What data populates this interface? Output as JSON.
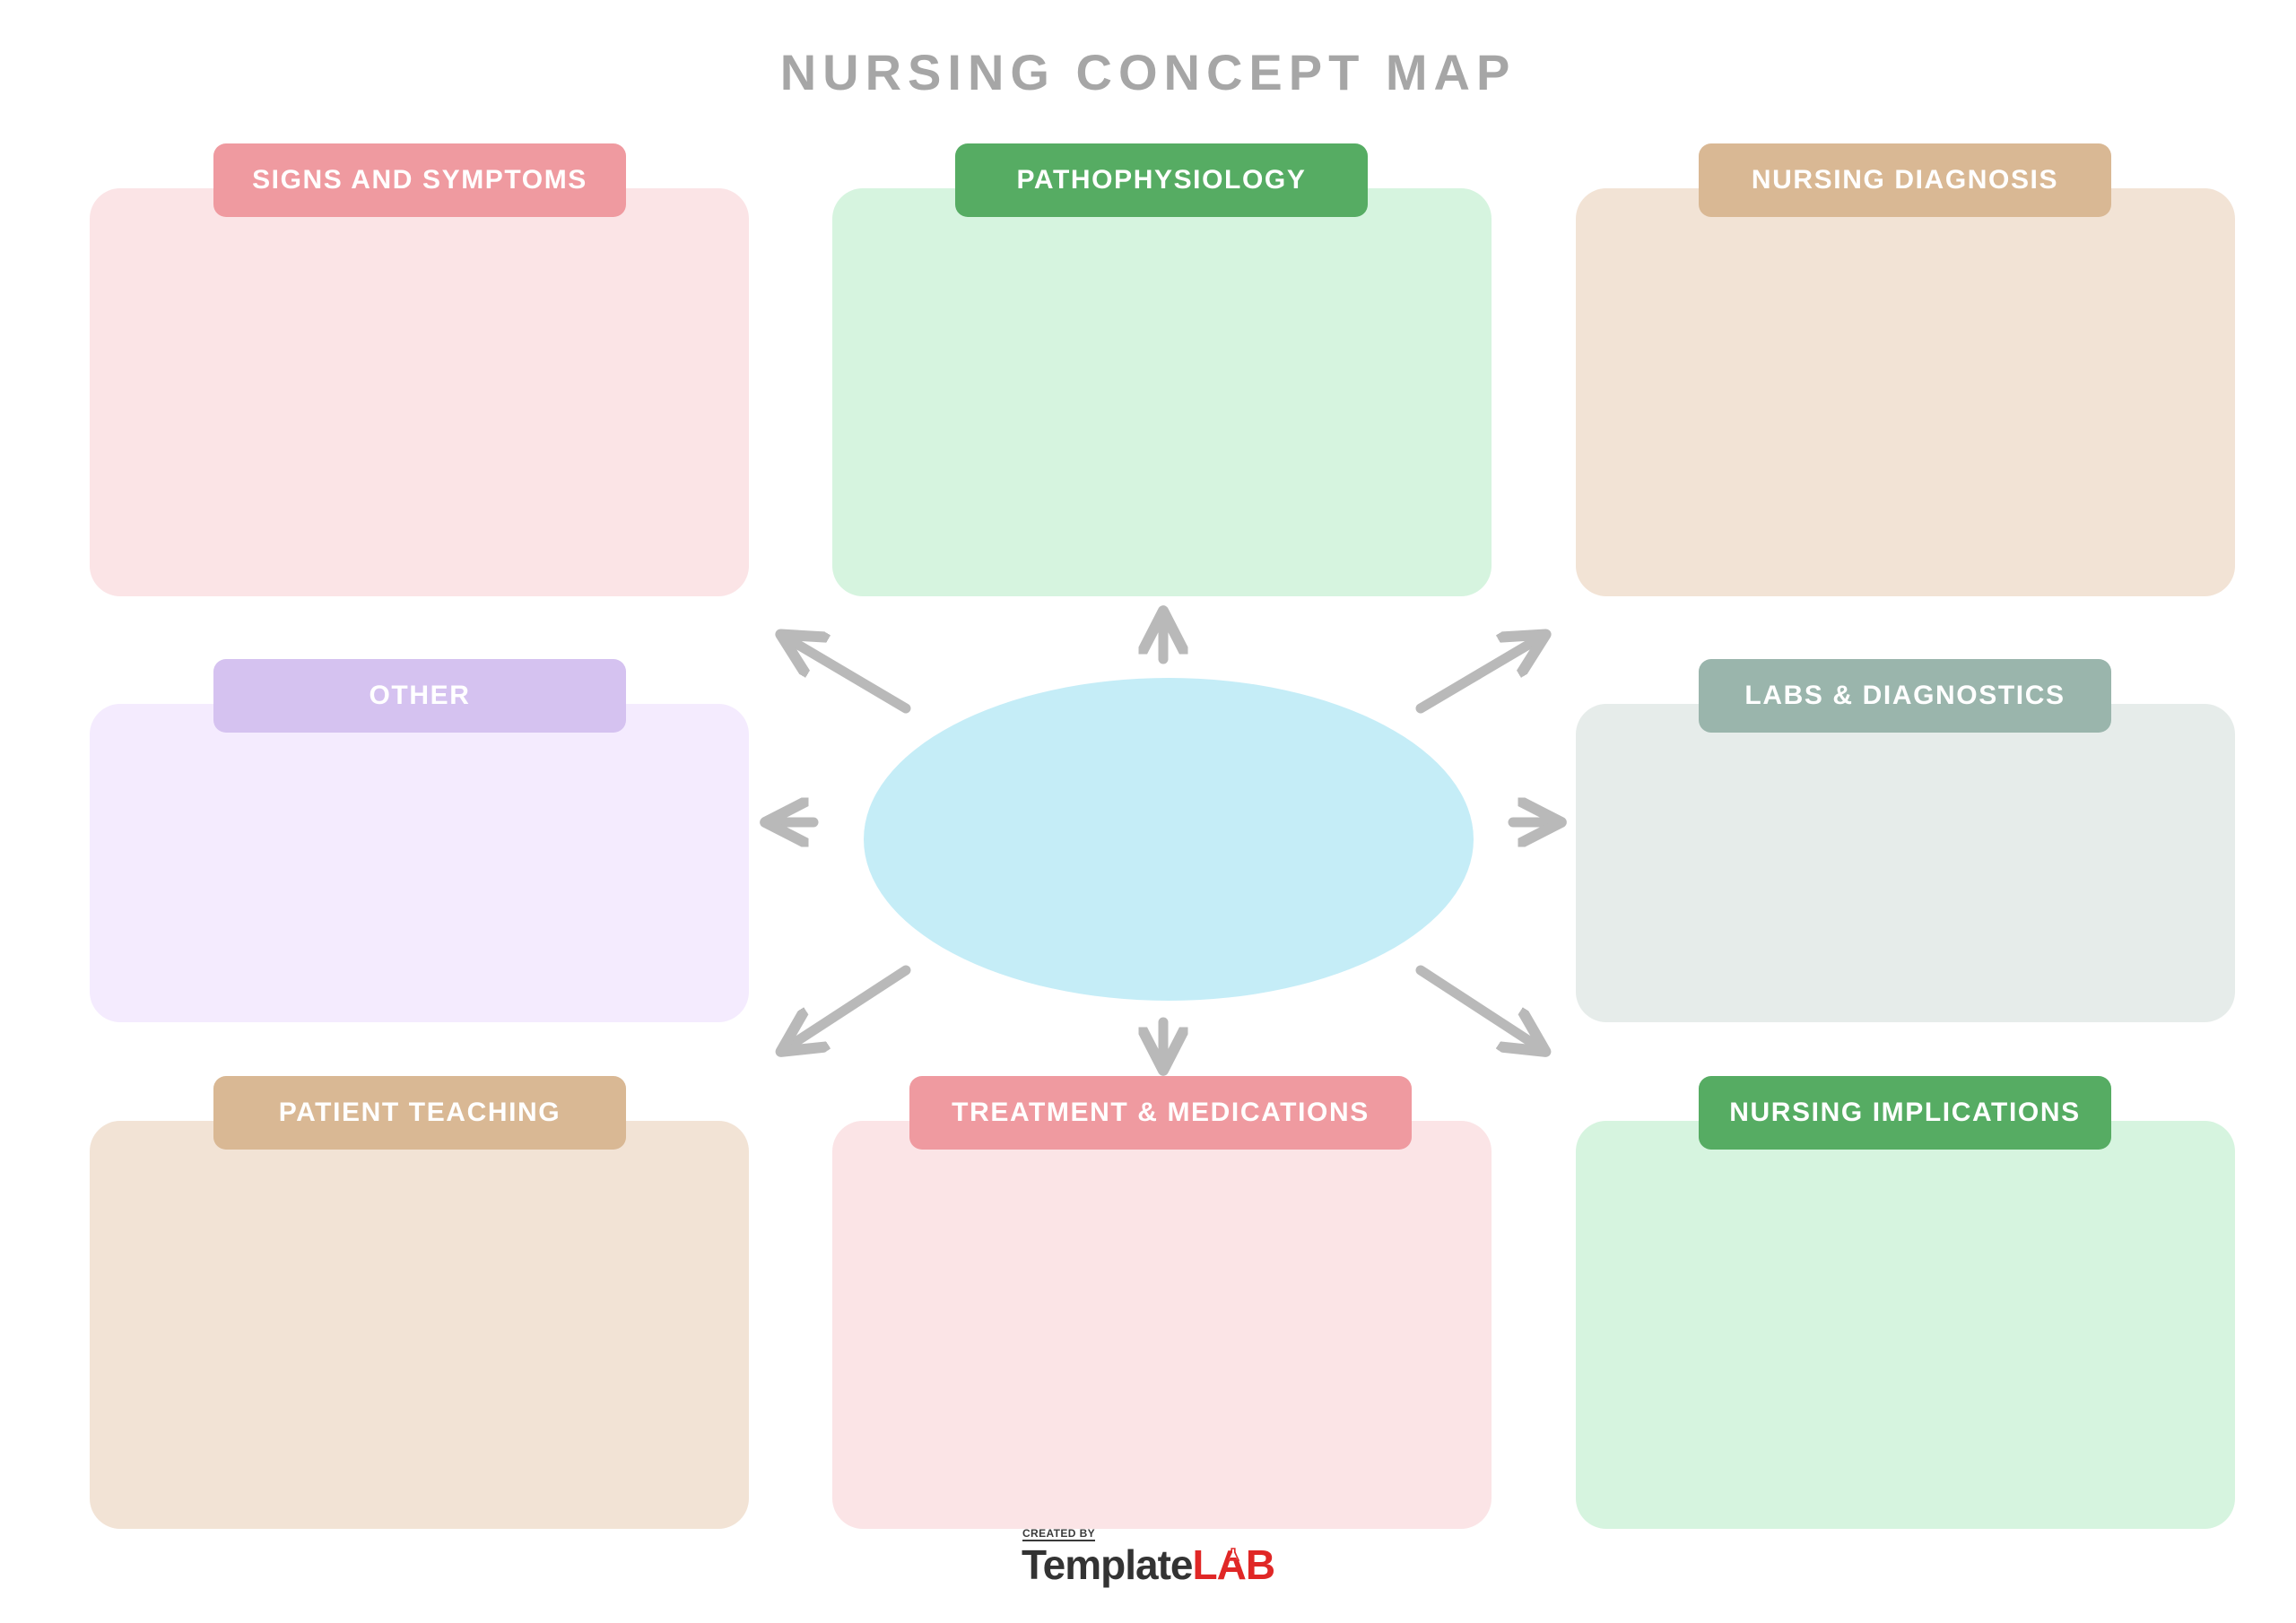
{
  "document": {
    "title": "NURSING CONCEPT MAP",
    "title_color": "#a6a6a6",
    "background": "#ffffff"
  },
  "center": {
    "name": "central-concept-ellipse",
    "fill_color": "#c5edf7",
    "text": ""
  },
  "arrows": {
    "color": "#b9b9b9",
    "count": 8,
    "directions": [
      "up",
      "up-left",
      "up-right",
      "left",
      "right",
      "down",
      "down-left",
      "down-right"
    ]
  },
  "panels": [
    {
      "id": "signs-and-symptoms",
      "label": "SIGNS AND SYMPTOMS",
      "header_color": "#ef9aa0",
      "body_color": "#fbe4e6",
      "content": "",
      "row": "top",
      "column": "left"
    },
    {
      "id": "pathophysiology",
      "label": "PATHOPHYSIOLOGY",
      "header_color": "#56ac63",
      "body_color": "#d6f4df",
      "content": "",
      "row": "top",
      "column": "center"
    },
    {
      "id": "nursing-diagnosis",
      "label": "NURSING DIAGNOSIS",
      "header_color": "#d9b894",
      "body_color": "#f2e3d5",
      "content": "",
      "row": "top",
      "column": "right"
    },
    {
      "id": "other",
      "label": "OTHER",
      "header_color": "#d5c2f0",
      "body_color": "#f4ebfe",
      "content": "",
      "row": "middle",
      "column": "left"
    },
    {
      "id": "labs-and-diagnostics",
      "label": "LABS & DIAGNOSTICS",
      "header_color": "#9ab5ac",
      "body_color": "#e6eceа",
      "content": "",
      "row": "middle",
      "column": "right"
    },
    {
      "id": "patient-teaching",
      "label": "PATIENT TEACHING",
      "header_color": "#d9b894",
      "body_color": "#f2e3d5",
      "content": "",
      "row": "bottom",
      "column": "left"
    },
    {
      "id": "treatment-and-medications",
      "label": "TREATMENT & MEDICATIONS",
      "header_color": "#ef9aa0",
      "body_color": "#fbe4e6",
      "content": "",
      "row": "bottom",
      "column": "center"
    },
    {
      "id": "nursing-implications",
      "label": "NURSING IMPLICATIONS",
      "header_color": "#56ac63",
      "body_color": "#d6f4df",
      "content": "",
      "row": "bottom",
      "column": "right"
    }
  ],
  "footer": {
    "created_by": "CREATED BY",
    "brand_first": "Template",
    "brand_second": "LAB",
    "brand_first_color": "#333333",
    "brand_second_color": "#e02726"
  }
}
